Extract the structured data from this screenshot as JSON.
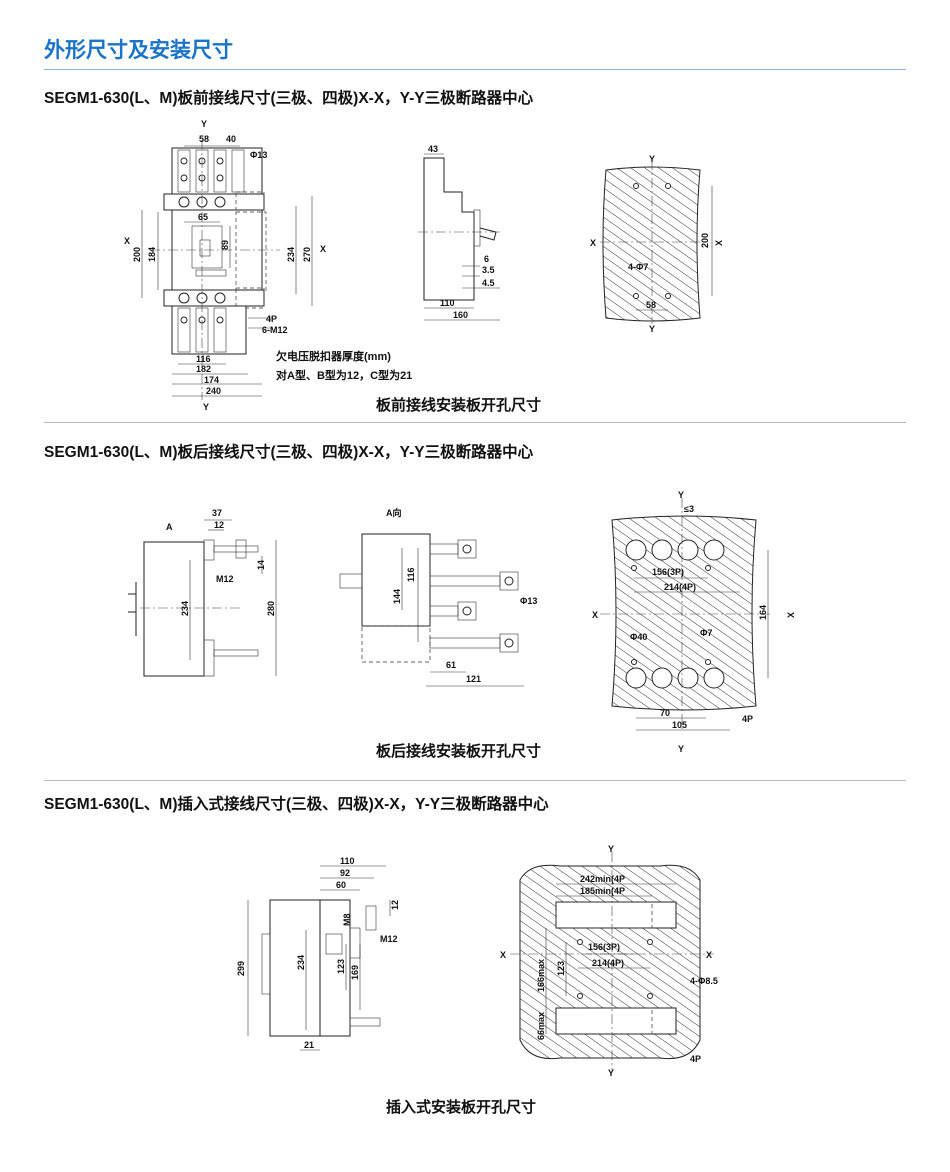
{
  "page": {
    "title": "外形尺寸及安装尺寸"
  },
  "sections": [
    {
      "heading": "SEGM1-630(L、M)板前接线尺寸(三极、四极)X-X，Y-Y三极断路器中心",
      "caption": "板前接线安装板开孔尺寸",
      "note_lines": [
        "欠电压脱扣器厚度(mm)",
        "对A型、B型为12，C型为21"
      ],
      "labels": {
        "front": [
          "Y",
          "58",
          "40",
          "Φ13",
          "65",
          "89",
          "X",
          "200",
          "184",
          "234",
          "270",
          "X",
          "4P",
          "6-M12",
          "116",
          "182",
          "174",
          "240",
          "Y"
        ],
        "side": [
          "43",
          "6",
          "3.5",
          "4.5",
          "110",
          "160"
        ],
        "panel": [
          "Y",
          "X",
          "X",
          "200",
          "4-Φ7",
          "58",
          "Y"
        ]
      }
    },
    {
      "heading": "SEGM1-630(L、M)板后接线尺寸(三极、四极)X-X，Y-Y三极断路器中心",
      "caption": "板后接线安装板开孔尺寸",
      "labels": {
        "side": [
          "37",
          "12",
          "A",
          "M12",
          "14",
          "234",
          "280"
        ],
        "viewA": [
          "A向",
          "116",
          "144",
          "Φ13",
          "61",
          "121"
        ],
        "panel": [
          "Y",
          "≤3",
          "156(3P)",
          "214(4P)",
          "X",
          "X",
          "164",
          "Φ40",
          "Φ7",
          "70",
          "105",
          "4P",
          "Y"
        ]
      }
    },
    {
      "heading": "SEGM1-630(L、M)插入式接线尺寸(三极、四极)X-X，Y-Y三极断路器中心",
      "caption": "插入式安装板开孔尺寸",
      "labels": {
        "side": [
          "110",
          "92",
          "60",
          "12",
          "M8",
          "M12",
          "299",
          "234",
          "123",
          "169",
          "21"
        ],
        "panel": [
          "Y",
          "242min(4P",
          "185min(4P",
          "X",
          "X",
          "156(3P)",
          "214(4P)",
          "166max",
          "123",
          "4-Φ8.5",
          "66max",
          "4P",
          "Y"
        ]
      }
    }
  ]
}
